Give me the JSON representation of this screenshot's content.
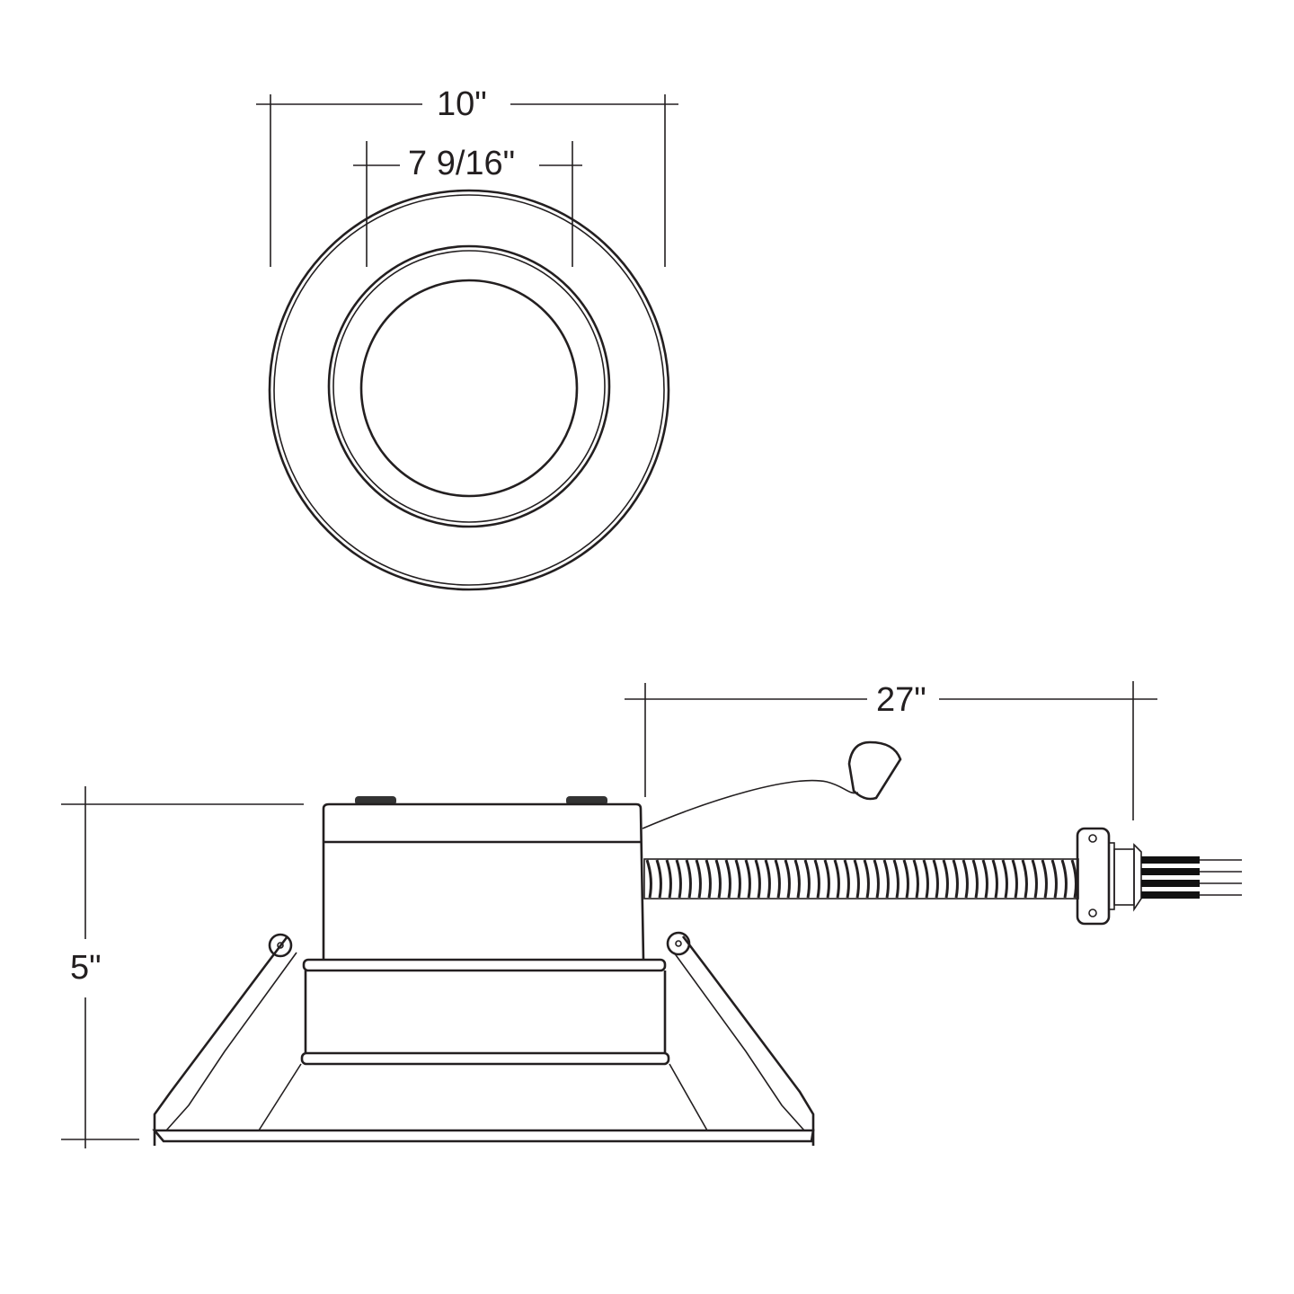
{
  "dimensions": {
    "outer_diameter": "10\"",
    "cutout_diameter": "7 9/16\"",
    "cable_length": "27\"",
    "height": "5\""
  },
  "colors": {
    "line": "#231f20",
    "background": "#ffffff"
  }
}
